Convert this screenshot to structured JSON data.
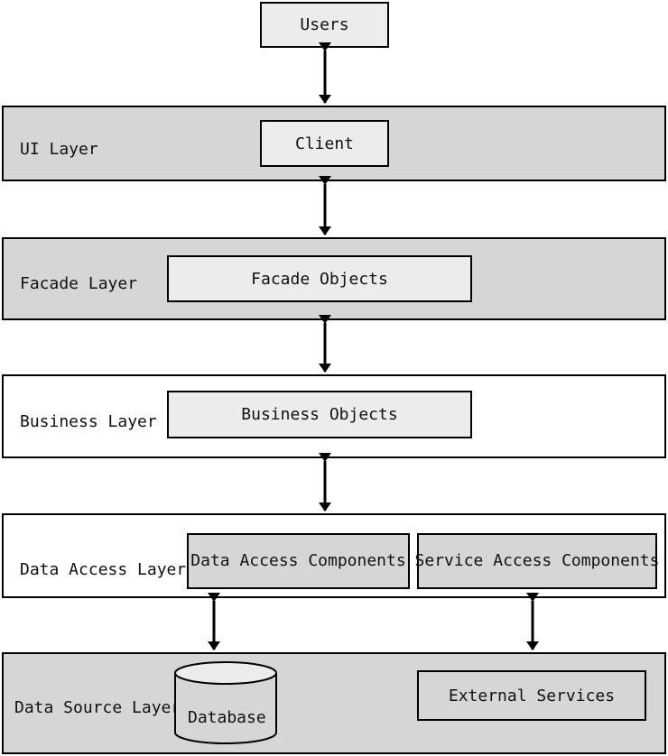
{
  "users": "Users",
  "layers": {
    "ui": {
      "label": "UI Layer",
      "component": "Client"
    },
    "facade": {
      "label": "Facade Layer",
      "component": "Facade Objects"
    },
    "business": {
      "label": "Business Layer",
      "component": "Business Objects"
    },
    "data_access": {
      "label": "Data Access Layer",
      "components": [
        "Data Access Components",
        "Service Access Components"
      ]
    },
    "data_source": {
      "label": "Data Source Layer",
      "database": "Database",
      "external": "External Services"
    }
  },
  "colors": {
    "layer_shaded": "#d6d6d6",
    "component_fill": "#ececec",
    "border": "#000000"
  }
}
